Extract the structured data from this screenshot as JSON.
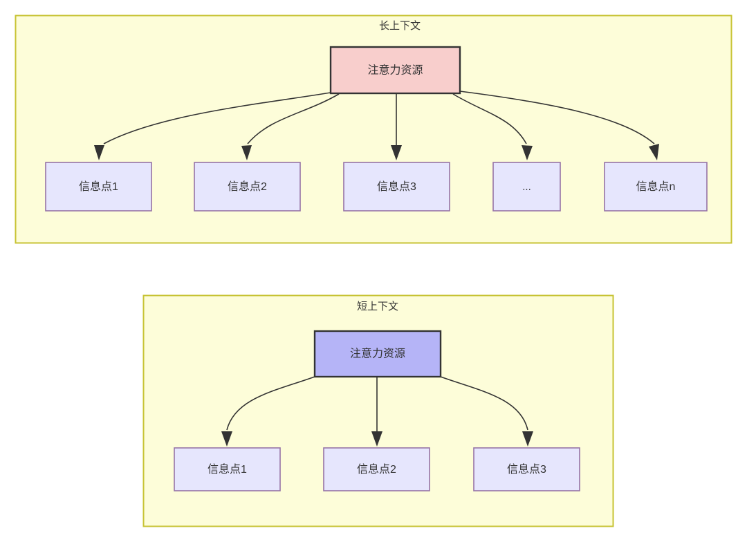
{
  "diagram": {
    "type": "flowchart",
    "background": "#ffffff",
    "colors": {
      "panel_fill": "#fdfdd9",
      "panel_stroke": "#c7c334",
      "attention_long_fill": "#f8cecc",
      "attention_long_stroke": "#333333",
      "attention_short_fill": "#b5b4f7",
      "attention_short_stroke": "#333333",
      "info_fill": "#e6e6fd",
      "info_stroke": "#9673a6",
      "edge_stroke": "#333333",
      "text": "#333333"
    },
    "panels": [
      {
        "id": "long-context",
        "title": "长上下文",
        "root": {
          "label": "注意力资源"
        },
        "children": [
          {
            "label": "信息点1"
          },
          {
            "label": "信息点2"
          },
          {
            "label": "信息点3"
          },
          {
            "label": "..."
          },
          {
            "label": "信息点n"
          }
        ]
      },
      {
        "id": "short-context",
        "title": "短上下文",
        "root": {
          "label": "注意力资源"
        },
        "children": [
          {
            "label": "信息点1"
          },
          {
            "label": "信息点2"
          },
          {
            "label": "信息点3"
          }
        ]
      }
    ]
  }
}
